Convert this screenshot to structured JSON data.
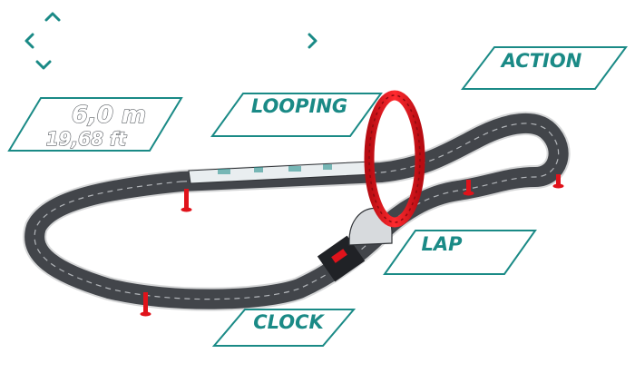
{
  "length_metric": "6,0 m",
  "length_imperial": "19,68 ft",
  "features": {
    "action": "ACTION",
    "looping": "LOOPING",
    "lap": "LAP",
    "clock": "CLOCK"
  },
  "colors": {
    "accent": "#1a8a86",
    "track": "#3a3d42",
    "loop": "#e0131b",
    "support": "#e0131b"
  },
  "icons": {
    "nav": [
      "chevron-up-icon",
      "chevron-left-icon",
      "chevron-down-icon",
      "chevron-right-icon"
    ]
  }
}
